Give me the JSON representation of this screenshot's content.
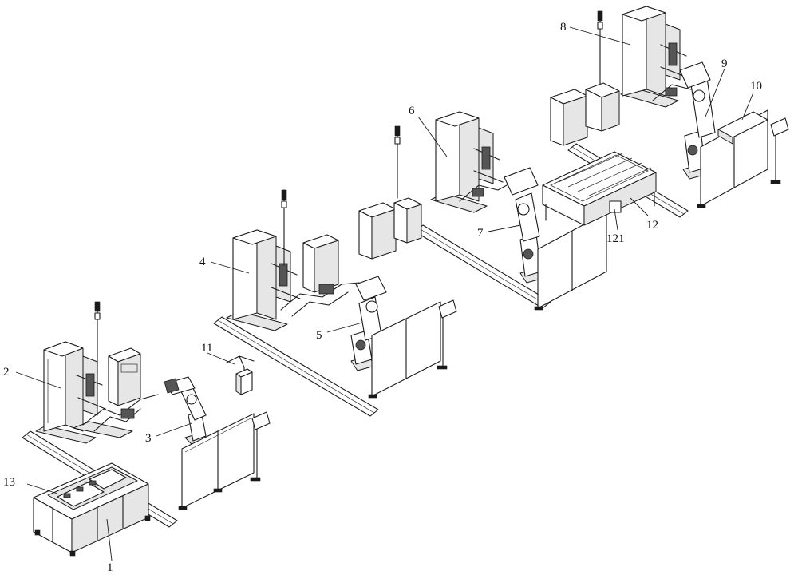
{
  "figure": {
    "callouts": {
      "c1": "1",
      "c2": "2",
      "c3": "3",
      "c4": "4",
      "c5": "5",
      "c6": "6",
      "c7": "7",
      "c8": "8",
      "c9": "9",
      "c10": "10",
      "c11": "11",
      "c12": "12",
      "c121": "121",
      "c13": "13"
    }
  }
}
